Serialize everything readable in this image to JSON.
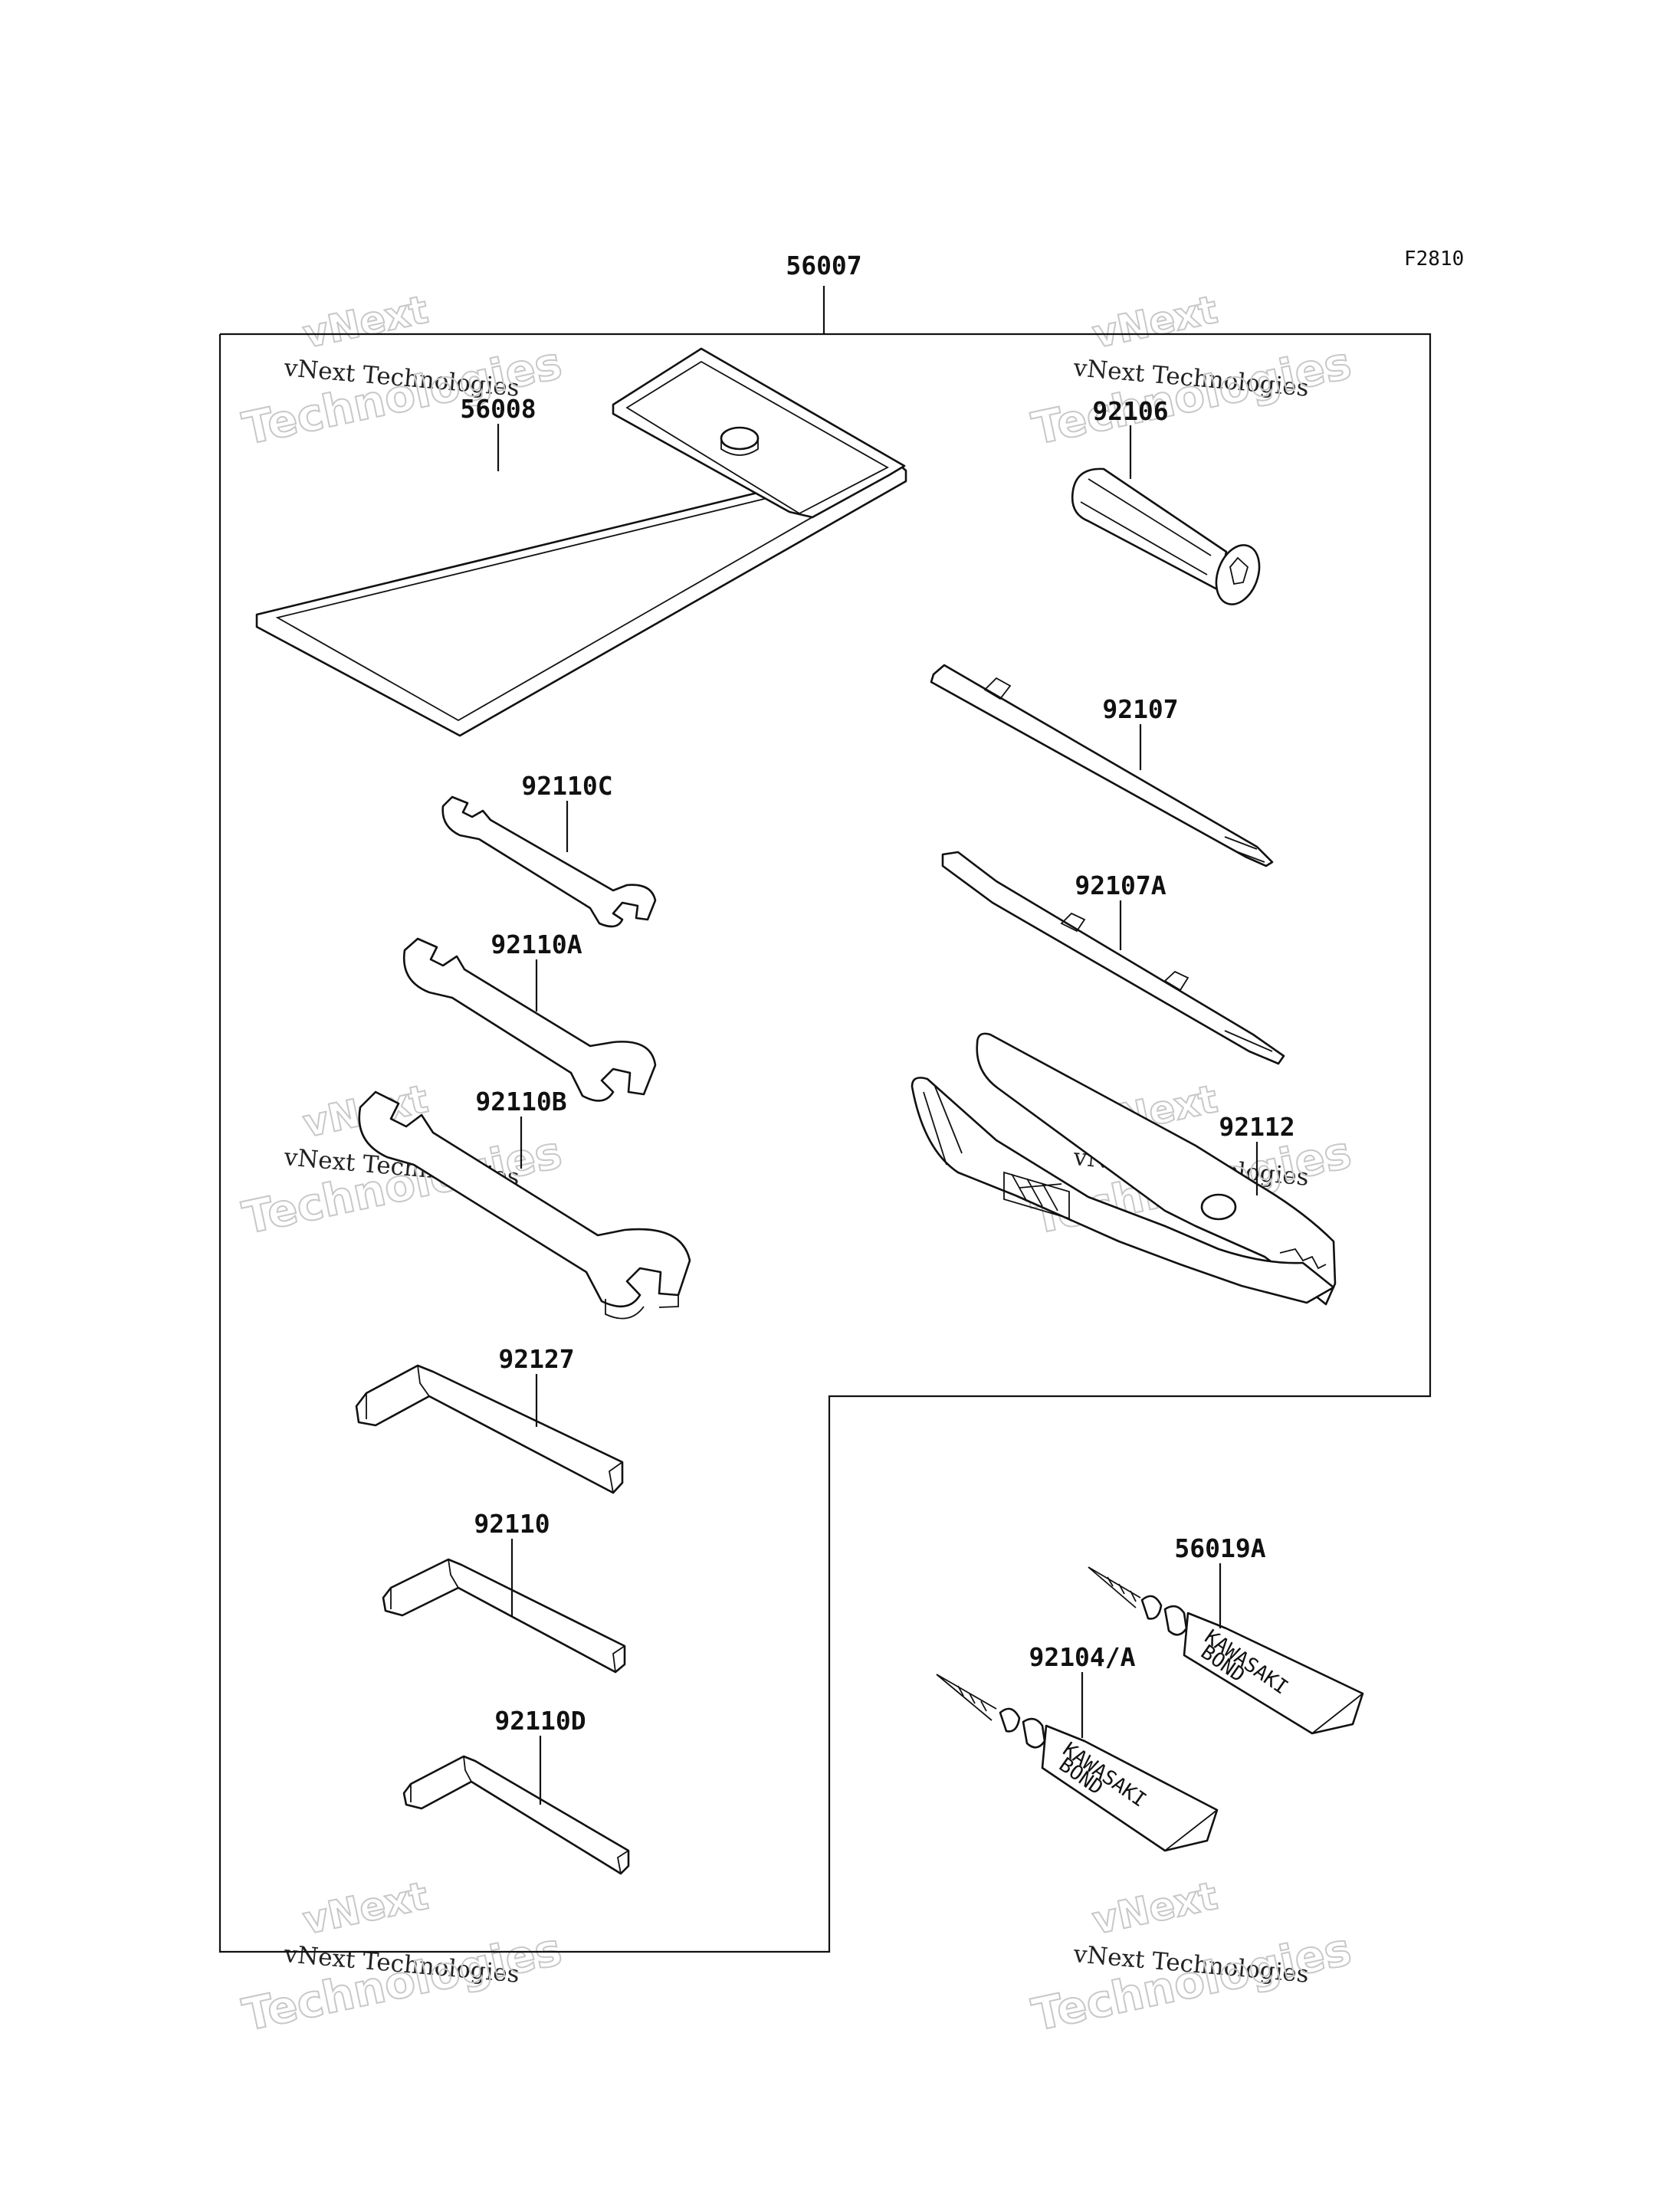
{
  "diagram": {
    "figure_code": "F2810",
    "assembly_label": "56007",
    "parts": [
      {
        "id": "56008"
      },
      {
        "id": "92106"
      },
      {
        "id": "92107"
      },
      {
        "id": "92107A"
      },
      {
        "id": "92110C"
      },
      {
        "id": "92110A"
      },
      {
        "id": "92110B"
      },
      {
        "id": "92112"
      },
      {
        "id": "92127"
      },
      {
        "id": "92110"
      },
      {
        "id": "92110D"
      },
      {
        "id": "56019A"
      },
      {
        "id": "92104/A"
      }
    ],
    "tube_text": [
      "KAWASAKI",
      "BOND"
    ],
    "watermark": {
      "line1": "vNext",
      "line2": "vNext Technologies",
      "line3": "Technologies"
    }
  }
}
